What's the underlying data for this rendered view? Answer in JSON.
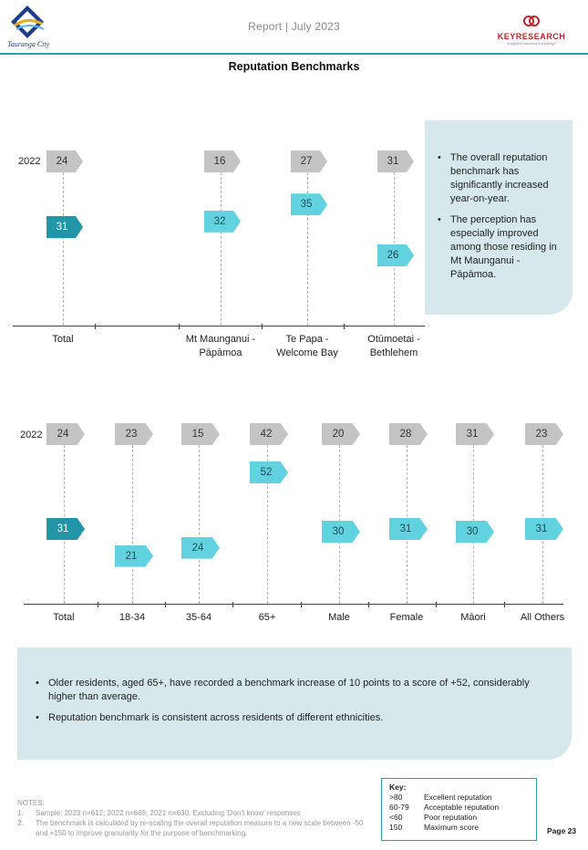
{
  "header": {
    "logo_text": "Tauranga City",
    "title": "Report | July 2023",
    "brand": "KEYRESEARCH",
    "brand_tagline": "Insightful business knowledge"
  },
  "section_title": "Reputation Benchmarks",
  "chart1": {
    "year_label": "2022",
    "categories": [
      "Total",
      "Mt Maunganui - Pāpāmoa",
      "Te Papa - Welcome Bay",
      "Otūmoetai - Bethlehem"
    ],
    "values_2022": [
      "24",
      "16",
      "27",
      "31"
    ],
    "values_2023": [
      "31",
      "32",
      "35",
      "26"
    ]
  },
  "callout1": {
    "bullets": [
      "The overall reputation benchmark has significantly increased year-on-year.",
      "The perception has especially improved among those residing in Mt Maunganui - Pāpāmoa."
    ]
  },
  "chart2": {
    "year_label": "2022",
    "categories": [
      "Total",
      "18-34",
      "35-64",
      "65+",
      "Male",
      "Female",
      "Māori",
      "All Others"
    ],
    "values_2022": [
      "24",
      "23",
      "15",
      "42",
      "20",
      "28",
      "31",
      "23"
    ],
    "values_2023": [
      "31",
      "21",
      "24",
      "52",
      "30",
      "31",
      "30",
      "31"
    ]
  },
  "chart_data": [
    {
      "type": "bar",
      "title": "",
      "categories": [
        "Total",
        "Mt Maunganui - Pāpāmoa",
        "Te Papa - Welcome Bay",
        "Otūmoetai - Bethlehem"
      ],
      "series": [
        {
          "name": "2022",
          "values": [
            24,
            16,
            27,
            31
          ]
        },
        {
          "values": [
            31,
            32,
            35,
            26
          ]
        }
      ]
    },
    {
      "type": "bar",
      "title": "",
      "categories": [
        "Total",
        "18-34",
        "35-64",
        "65+",
        "Male",
        "Female",
        "Māori",
        "All Others"
      ],
      "series": [
        {
          "name": "2022",
          "values": [
            24,
            23,
            15,
            42,
            20,
            28,
            31,
            23
          ]
        },
        {
          "values": [
            31,
            21,
            24,
            52,
            30,
            31,
            30,
            31
          ]
        }
      ]
    }
  ],
  "callout2": {
    "bullets": [
      "Older residents, aged 65+, have recorded a benchmark increase of 10 points to a score of +52, considerably higher than average.",
      "Reputation benchmark is consistent across residents of different ethnicities."
    ]
  },
  "notes": {
    "heading": "NOTES:",
    "items": [
      {
        "num": "1.",
        "text": "Sample: 2023 n=612; 2022 n=669; 2021 n=630. Excluding 'Don't know' responses"
      },
      {
        "num": "2.",
        "text": "The benchmark is calculated by re-scaling the overall reputation measure to a new scale between -50 and +150 to improve granularity for the purpose of benchmarking."
      }
    ]
  },
  "key": {
    "heading": "Key:",
    "rows": [
      {
        "range": ">80",
        "label": "Excellent reputation"
      },
      {
        "range": "60-79",
        "label": "Acceptable reputation"
      },
      {
        "range": "<60",
        "label": "Poor reputation"
      },
      {
        "range": "150",
        "label": "Maximum score"
      }
    ]
  },
  "page_number": "Page 23",
  "colors": {
    "accent": "#2aa2a8",
    "grey_marker": "#c4c4c4",
    "cyan_marker": "#62d2e0",
    "teal_marker": "#2295a7",
    "callout_bg": "#d6e8ec"
  }
}
